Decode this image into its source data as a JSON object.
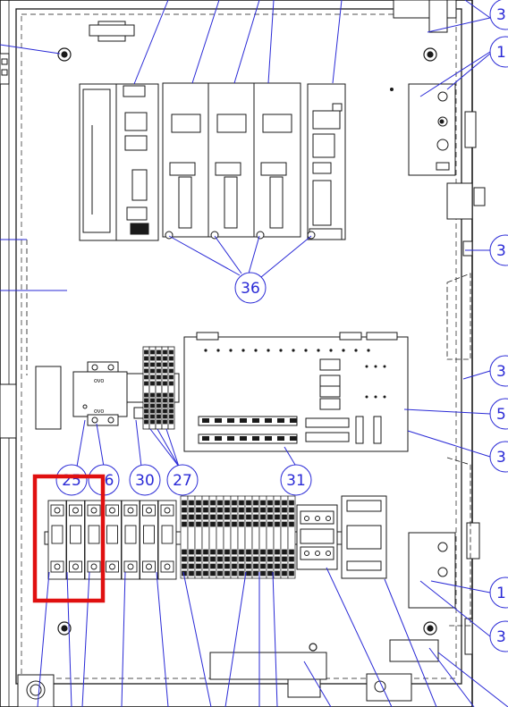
{
  "diagram": {
    "callouts": {
      "b36": "36",
      "b25": "25",
      "b16": "6",
      "b30": "30",
      "b27": "27",
      "b31": "31",
      "edge_top": "3",
      "edge_1a": "1",
      "edge_3b": "3",
      "edge_3c": "3",
      "edge_5": "5",
      "edge_3d": "3",
      "edge_1b": "1",
      "edge_3e": "3"
    },
    "component_text": {
      "filter_top": "ovo",
      "filter_bottom": "ovo"
    },
    "colors": {
      "line": "#1a1a1a",
      "callout": "#2a2ad6",
      "highlight": "#e01010"
    }
  }
}
